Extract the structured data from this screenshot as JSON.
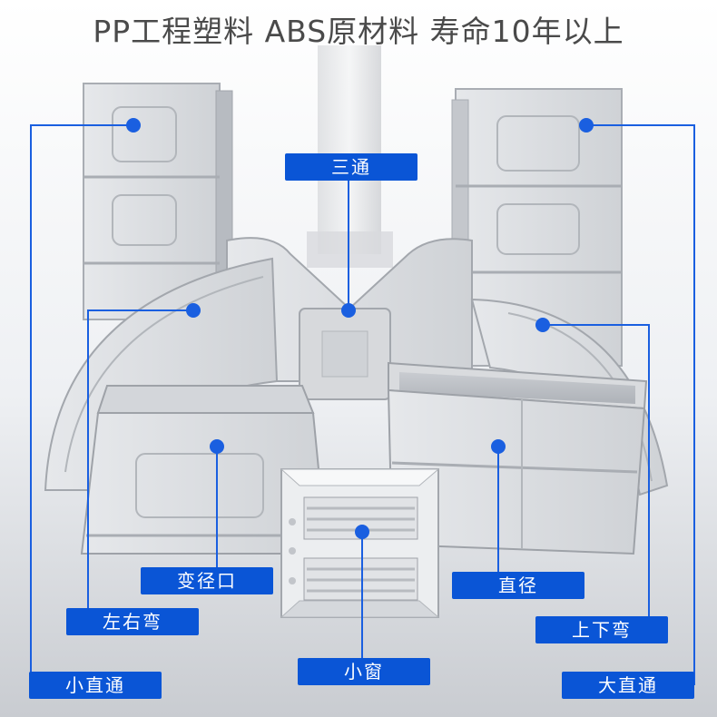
{
  "headline": "PP工程塑料 ABS原材料 寿命10年以上",
  "callouts": {
    "three_way": "三通",
    "reducer": "变径口",
    "straight": "直径",
    "left_right_bend": "左右弯",
    "up_down_bend": "上下弯",
    "small_window": "小窗",
    "small_straight": "小直通",
    "large_straight": "大直通"
  },
  "colors": {
    "callout_fill": "#0a55d6",
    "callout_text": "#ffffff",
    "leader_line": "#1a5fe0",
    "part_plastic": "#e3e5e8"
  }
}
